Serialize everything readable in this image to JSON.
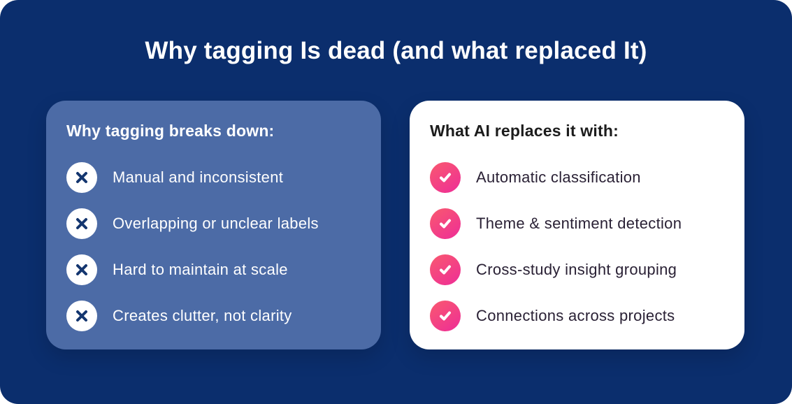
{
  "page": {
    "title": "Why tagging Is dead (and what replaced It)"
  },
  "colors": {
    "background_navy": "#0b2e6d",
    "outer_corners": "#ffffff",
    "left_card_blue": "#4c6ba6",
    "right_card_white": "#ffffff",
    "x_icon_navy": "#14366f",
    "check_gradient_start": "#f9596f",
    "check_gradient_end": "#ee2d97",
    "right_text_dark": "#2a2135"
  },
  "left_card": {
    "title": "Why tagging breaks down:",
    "icon": "x-icon",
    "items": [
      "Manual and inconsistent",
      "Overlapping or unclear labels",
      "Hard to maintain at scale",
      "Creates clutter, not clarity"
    ]
  },
  "right_card": {
    "title": "What AI replaces it with:",
    "icon": "check-icon",
    "items": [
      "Automatic classification",
      "Theme & sentiment detection",
      "Cross-study insight grouping",
      "Connections across projects"
    ]
  }
}
